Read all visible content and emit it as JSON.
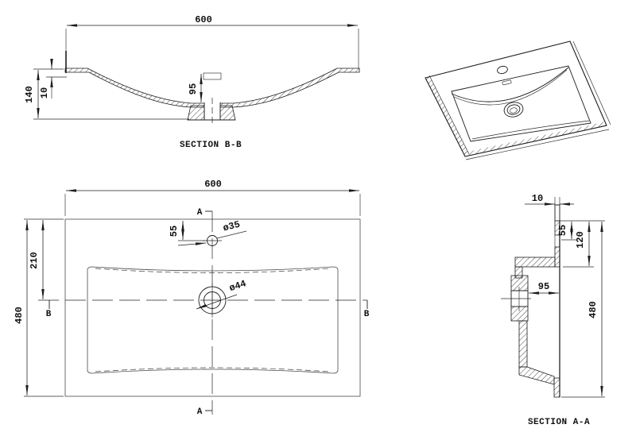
{
  "drawing": {
    "background": "#ffffff",
    "line_color": "#1c1c1c",
    "views": {
      "section_bb": {
        "label": "SECTION B-B",
        "dim_width": "600",
        "dim_total_height": "140",
        "dim_rim_thickness": "10",
        "dim_bowl_depth": "95"
      },
      "plan": {
        "dim_width": "600",
        "dim_depth": "480",
        "dim_center_offset": "210",
        "dim_faucet_offset": "55",
        "dim_faucet_hole_dia": "ø35",
        "dim_drain_hole_dia": "ø44",
        "marker_a": "A",
        "marker_b": "B"
      },
      "section_aa": {
        "label": "SECTION A-A",
        "dim_rim_thickness": "10",
        "dim_faucet_offset": "55",
        "dim_basin_start": "120",
        "dim_bowl_depth": "95",
        "dim_depth": "480"
      }
    }
  }
}
